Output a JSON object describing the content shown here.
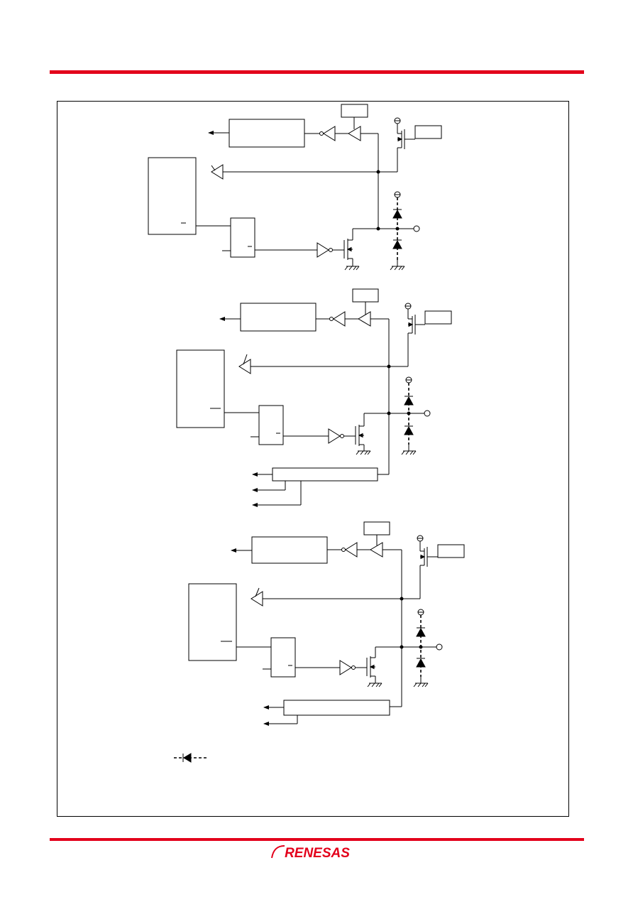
{
  "header": {
    "rule_color": "#e3001b"
  },
  "footer": {
    "logo_text": "RENESAS",
    "logo_color": "#e3001b"
  },
  "diagram": {
    "circuits": [
      {
        "id": "upper",
        "has_output_block": false,
        "output_block_arrows": 0
      },
      {
        "id": "middle",
        "has_output_block": true,
        "output_block_arrows": 3
      },
      {
        "id": "lower",
        "has_output_block": true,
        "output_block_arrows": 2
      }
    ],
    "legend": {
      "symbol": "dashed-diode"
    }
  }
}
